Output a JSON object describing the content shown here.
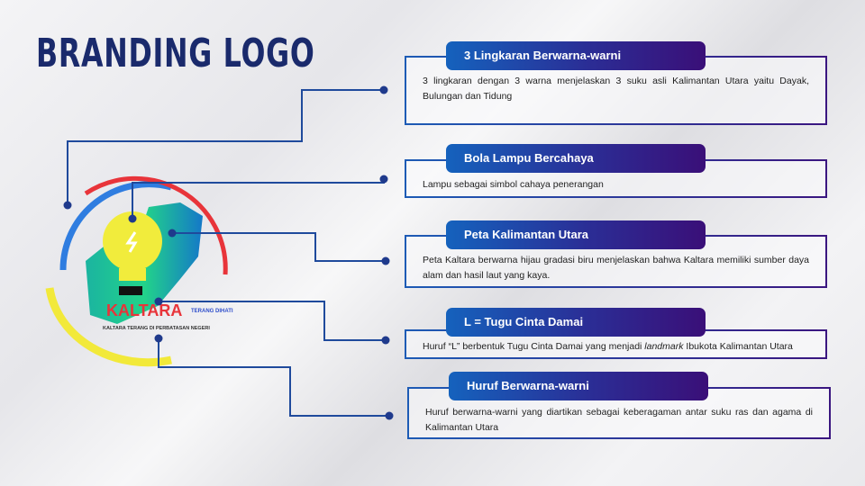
{
  "title": "BRANDING LOGO",
  "logo": {
    "text": "KALTARA",
    "tagline_small": "TERANG DIHATI",
    "subtitle": "KALTARA TERANG DI PERBATASAN NEGERI"
  },
  "items": [
    {
      "heading": "3 Lingkaran Berwarna-warni",
      "body": "3 lingkaran dengan 3 warna menjelaskan 3 suku asli Kalimantan Utara yaitu Dayak, Bulungan dan Tidung"
    },
    {
      "heading": "Bola Lampu Bercahaya",
      "body": "Lampu sebagai simbol cahaya penerangan"
    },
    {
      "heading": "Peta Kalimantan Utara",
      "body": "Peta Kaltara berwarna hijau gradasi biru menjelaskan bahwa Kaltara memiliki sumber daya alam dan hasil laut yang kaya."
    },
    {
      "heading": "L = Tugu Cinta Damai",
      "body_pre": "Huruf “L” berbentuk Tugu Cinta Damai yang menjadi ",
      "body_em": "landmark",
      "body_post": "  Ibukota Kalimantan Utara"
    },
    {
      "heading": "Huruf Berwarna-warni",
      "body": "Huruf berwarna-warni yang diartikan sebagai keberagaman antar suku ras dan agama di Kalimantan Utara"
    }
  ]
}
